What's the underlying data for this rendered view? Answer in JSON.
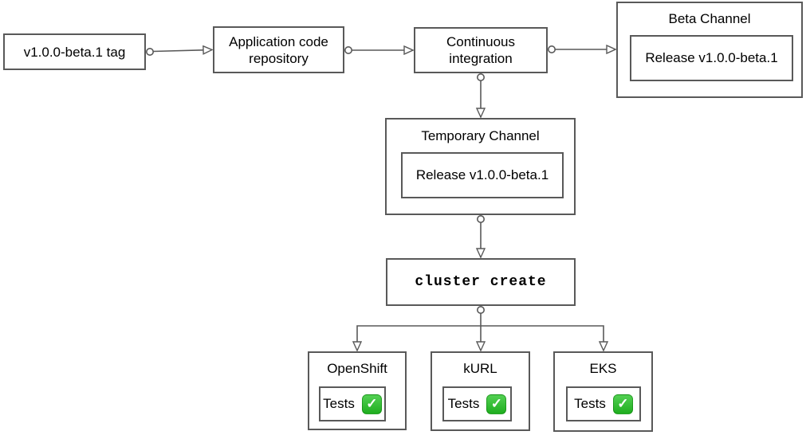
{
  "colors": {
    "stroke": "#595959",
    "text": "#000000",
    "background": "#ffffff",
    "check_green_top": "#53d053",
    "check_green_bottom": "#1fae1f",
    "check_mark": "#ffffff"
  },
  "nodes": {
    "tag": {
      "label": "v1.0.0-beta.1 tag"
    },
    "app_repo": {
      "label": "Application code repository"
    },
    "ci": {
      "label": "Continuous integration"
    },
    "beta_channel": {
      "title": "Beta Channel",
      "release_label": "Release v1.0.0-beta.1"
    },
    "temp_channel": {
      "title": "Temporary Channel",
      "release_label": "Release v1.0.0-beta.1"
    },
    "cluster_create": {
      "label": "cluster create"
    },
    "clusters": [
      {
        "title": "OpenShift",
        "tests_label": "Tests",
        "check_icon": "✓"
      },
      {
        "title": "kURL",
        "tests_label": "Tests",
        "check_icon": "✓"
      },
      {
        "title": "EKS",
        "tests_label": "Tests",
        "check_icon": "✓"
      }
    ]
  }
}
